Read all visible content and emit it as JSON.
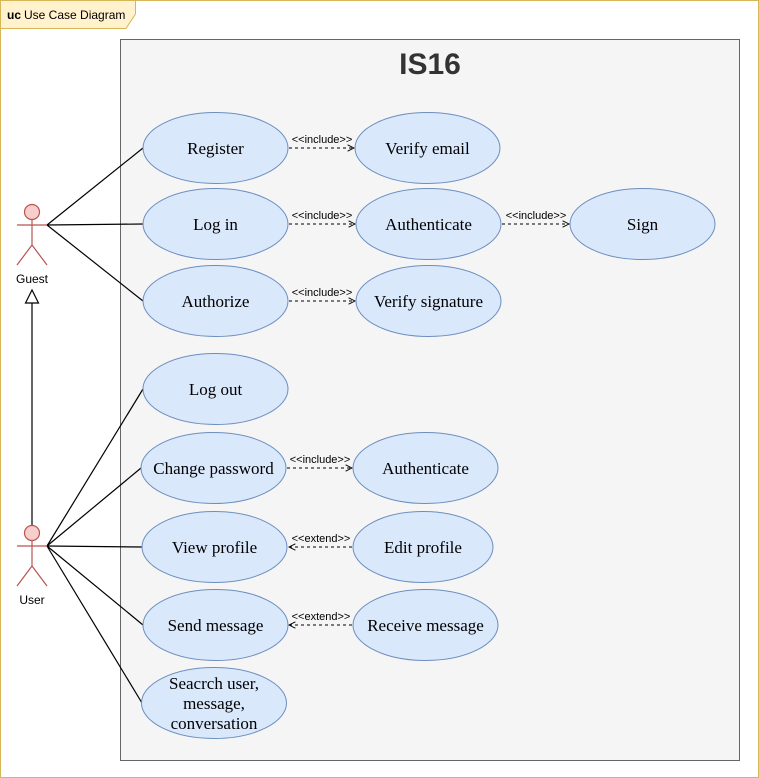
{
  "frame": {
    "keyword": "uc",
    "title": "Use Case Diagram"
  },
  "system": {
    "name": "IS16"
  },
  "actors": {
    "guest": "Guest",
    "user": "User"
  },
  "use_cases": {
    "register": [
      "Register"
    ],
    "verify_email": [
      "Verify email"
    ],
    "log_in": [
      "Log in"
    ],
    "authenticate_1": [
      "Authenticate"
    ],
    "sign": [
      "Sign"
    ],
    "authorize": [
      "Authorize"
    ],
    "verify_signature": [
      "Verify signature"
    ],
    "log_out": [
      "Log out"
    ],
    "change_password": [
      "Change password"
    ],
    "authenticate_2": [
      "Authenticate"
    ],
    "view_profile": [
      "View profile"
    ],
    "edit_profile": [
      "Edit profile"
    ],
    "send_message": [
      "Send message"
    ],
    "receive_message": [
      "Receive message"
    ],
    "search": [
      "Seacrch user,",
      "message,",
      "conversation"
    ]
  },
  "relations": {
    "include": "<<include>>",
    "extend": "<<extend>>"
  },
  "colors": {
    "frame_border": "#d6b656",
    "frame_tab": "#fff2cc",
    "system_fill": "#f5f5f5",
    "system_border": "#666666",
    "usecase_fill": "#dae8fc",
    "usecase_border": "#6c8ebf",
    "actor_fill": "#f8cecc",
    "actor_border": "#b85450"
  }
}
